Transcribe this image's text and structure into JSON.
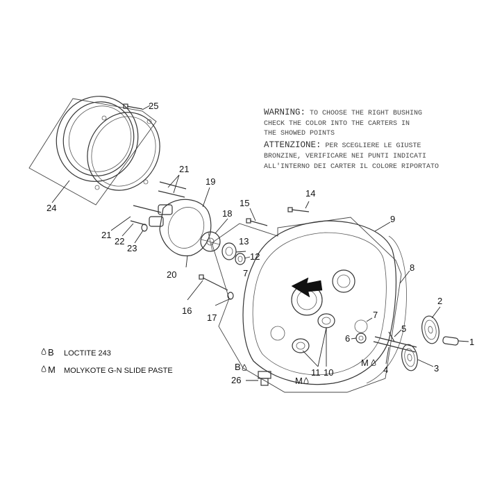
{
  "warning": {
    "en_head": "WARNING:",
    "en_line1_rest": "TO CHOOSE THE RIGHT BUSHING",
    "en_line2": "CHECK THE COLOR INTO THE CARTERS IN",
    "en_line3": "THE SHOWED POINTS",
    "it_head": "ATTENZIONE:",
    "it_line1_rest": "PER SCEGLIERE LE GIUSTE",
    "it_line2": "BRONZINE, VERIFICARE NEI PUNTI INDICATI",
    "it_line3": "ALL'INTERNO DEI CARTER IL COLORE RIPORTATO"
  },
  "callouts": {
    "c1": "1",
    "c2": "2",
    "c3": "3",
    "c4": "4",
    "c5": "5",
    "c6": "6",
    "c7a": "7",
    "c7b": "7",
    "c8": "8",
    "c9": "9",
    "c10": "10",
    "c11": "11",
    "c12": "12",
    "c13": "13",
    "c14": "14",
    "c15": "15",
    "c16": "16",
    "c17": "17",
    "c18": "18",
    "c19": "19",
    "c20": "20",
    "c21a": "21",
    "c21b": "21",
    "c22": "22",
    "c23": "23",
    "c24": "24",
    "c25": "25",
    "c26": "26",
    "mark_b_26": "B",
    "mark_m_4": "M",
    "mark_m_11": "M"
  },
  "legend": {
    "b_key": "B",
    "b_text": "LOCTITE 243",
    "m_key": "M",
    "m_text": "MOLYKOTE G-N SLIDE PASTE"
  }
}
